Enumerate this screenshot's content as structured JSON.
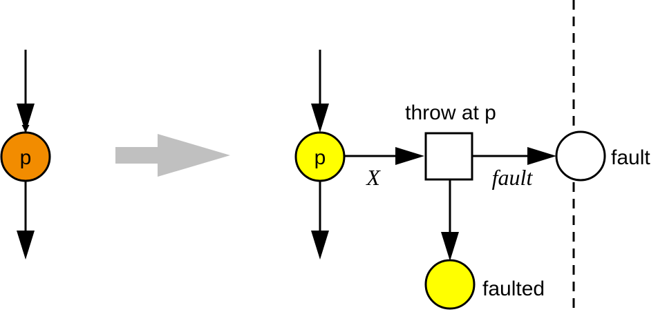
{
  "left": {
    "place_label": "p",
    "place_color": "#f28c00"
  },
  "transform_arrow_color": "#c0c0c0",
  "right": {
    "place_p_label": "p",
    "place_p_color": "#ffff00",
    "transition_label": "throw at p",
    "arc_x_label": "X",
    "arc_fault_label": "fault",
    "place_fault_label": "fault",
    "place_faulted_label": "faulted",
    "place_faulted_color": "#ffff00"
  }
}
